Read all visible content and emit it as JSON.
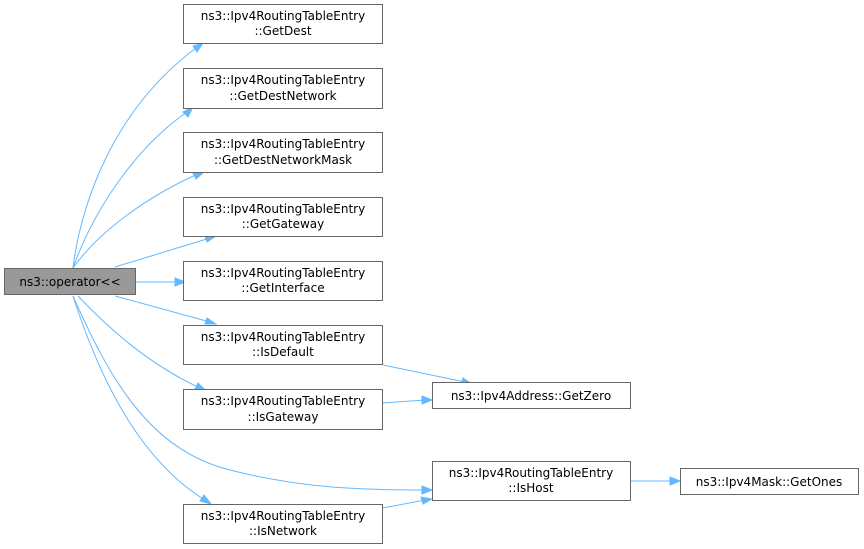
{
  "nodes": {
    "root": {
      "lines": [
        "ns3::operator<<"
      ]
    },
    "getdest": {
      "lines": [
        "ns3::Ipv4RoutingTableEntry",
        "::GetDest"
      ]
    },
    "getdestnetwork": {
      "lines": [
        "ns3::Ipv4RoutingTableEntry",
        "::GetDestNetwork"
      ]
    },
    "getdestnetworkmask": {
      "lines": [
        "ns3::Ipv4RoutingTableEntry",
        "::GetDestNetworkMask"
      ]
    },
    "getgateway": {
      "lines": [
        "ns3::Ipv4RoutingTableEntry",
        "::GetGateway"
      ]
    },
    "getinterface": {
      "lines": [
        "ns3::Ipv4RoutingTableEntry",
        "::GetInterface"
      ]
    },
    "isdefault": {
      "lines": [
        "ns3::Ipv4RoutingTableEntry",
        "::IsDefault"
      ]
    },
    "isgateway": {
      "lines": [
        "ns3::Ipv4RoutingTableEntry",
        "::IsGateway"
      ]
    },
    "isnetwork": {
      "lines": [
        "ns3::Ipv4RoutingTableEntry",
        "::IsNetwork"
      ]
    },
    "ishost": {
      "lines": [
        "ns3::Ipv4RoutingTableEntry",
        "::IsHost"
      ]
    },
    "getzero": {
      "lines": [
        "ns3::Ipv4Address::GetZero"
      ]
    },
    "getones": {
      "lines": [
        "ns3::Ipv4Mask::GetOnes"
      ]
    }
  },
  "edges": [
    {
      "from": "root",
      "to": "getdest"
    },
    {
      "from": "root",
      "to": "getdestnetwork"
    },
    {
      "from": "root",
      "to": "getdestnetworkmask"
    },
    {
      "from": "root",
      "to": "getgateway"
    },
    {
      "from": "root",
      "to": "getinterface"
    },
    {
      "from": "root",
      "to": "isdefault"
    },
    {
      "from": "root",
      "to": "isgateway"
    },
    {
      "from": "root",
      "to": "ishost"
    },
    {
      "from": "root",
      "to": "isnetwork"
    },
    {
      "from": "isdefault",
      "to": "getzero"
    },
    {
      "from": "isgateway",
      "to": "getzero"
    },
    {
      "from": "ishost",
      "to": "getones"
    },
    {
      "from": "isnetwork",
      "to": "ishost"
    }
  ],
  "colors": {
    "edge": "#63b8ff",
    "root_fill": "#999999",
    "border": "#666666"
  }
}
